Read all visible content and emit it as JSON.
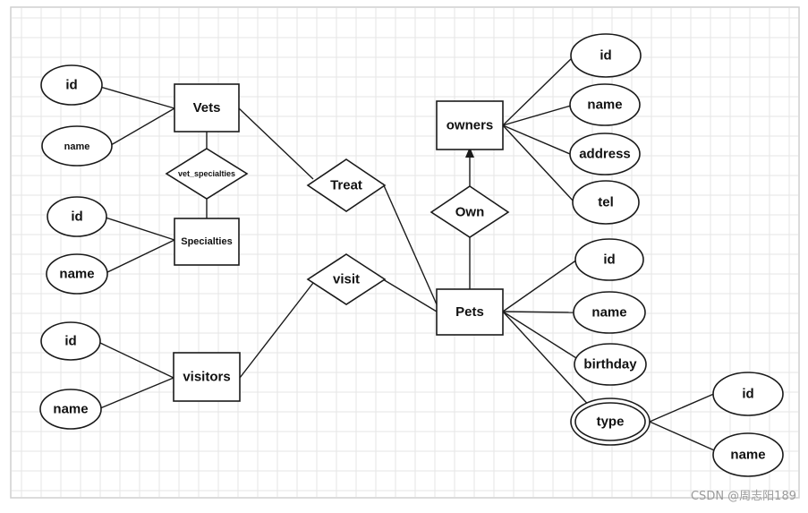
{
  "entities": {
    "vets": "Vets",
    "specialties": "Specialties",
    "visitors": "visitors",
    "owners": "owners",
    "pets": "Pets"
  },
  "relationships": {
    "vet_specialties": "vet_specialties",
    "treat": "Treat",
    "visit": "visit",
    "own": "Own"
  },
  "attributes": {
    "vets_id": "id",
    "vets_name": "name",
    "specialties_id": "id",
    "specialties_name": "name",
    "visitors_id": "id",
    "visitors_name": "name",
    "owners_id": "id",
    "owners_name": "name",
    "owners_address": "address",
    "owners_tel": "tel",
    "pets_id": "id",
    "pets_name": "name",
    "pets_birthday": "birthday",
    "pets_type": "type",
    "type_id": "id",
    "type_name": "name"
  },
  "watermark": "CSDN @周志阳189"
}
